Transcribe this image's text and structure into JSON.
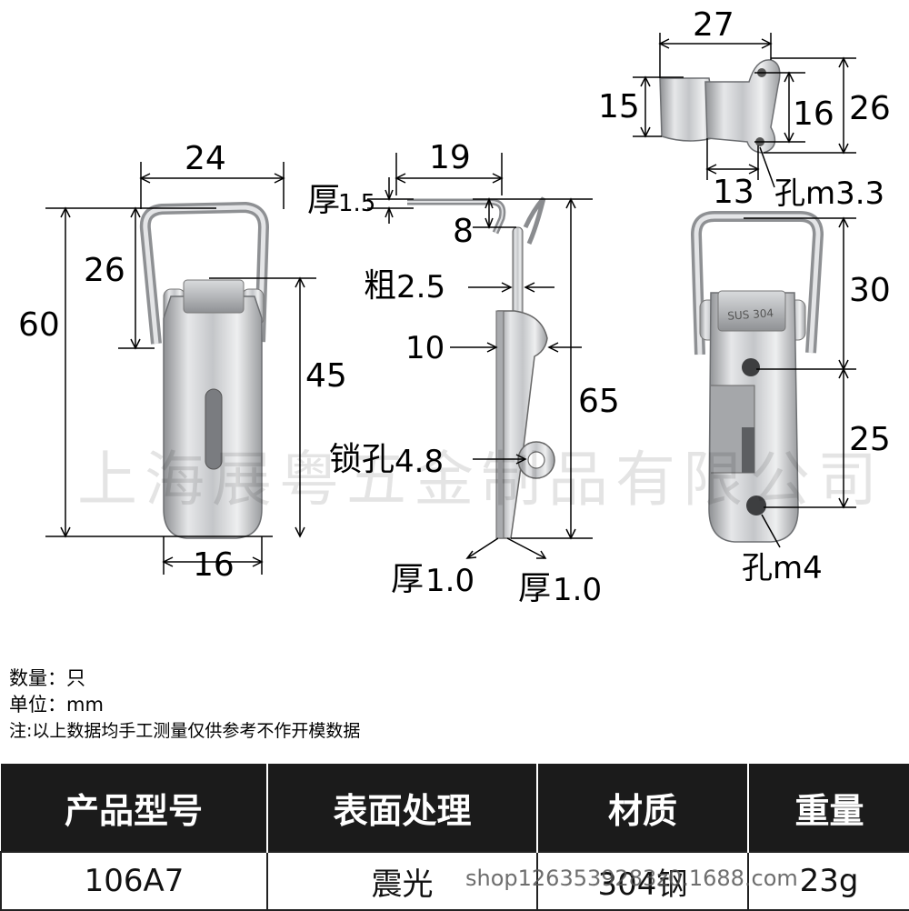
{
  "watermark": "上海展粤五金制品有限公司",
  "front_view": {
    "width_top": "24",
    "loop_height": "26",
    "total_height": "60",
    "body_height": "45",
    "base_width": "16"
  },
  "side_view": {
    "thickness_top": "1.5",
    "hook_width": "19",
    "hook_depth": "8",
    "wire_thickness": "2.5",
    "body_depth": "10",
    "lock_hole": "4.8",
    "total_height": "65",
    "thickness_left": "1.0",
    "thickness_right": "1.0"
  },
  "keeper_view": {
    "width": "27",
    "tab_height": "15",
    "hole_spacing": "16",
    "total_height": "26",
    "base_width": "13",
    "hole": "孔m3.3"
  },
  "back_view": {
    "stamp": "SUS 304",
    "loop_height": "30",
    "lower_spacing": "25",
    "hole": "孔m4"
  },
  "labels": {
    "thick_prefix": "厚",
    "thick_prefix_1": "厚",
    "thick_prefix_2": "厚",
    "wire_prefix": "粗",
    "lock_prefix": "锁孔"
  },
  "notes": {
    "quantity": "数量：只",
    "unit": "单位：mm",
    "disclaimer": "注:以上数据均手工测量仅供参考不作开模数据"
  },
  "spec_table": {
    "headers": [
      "产品型号",
      "表面处理",
      "材质",
      "重量"
    ],
    "values": [
      "106A7",
      "震光",
      "304钢",
      "23g"
    ]
  },
  "shop_url": "shop1263539283z0.1688.com"
}
